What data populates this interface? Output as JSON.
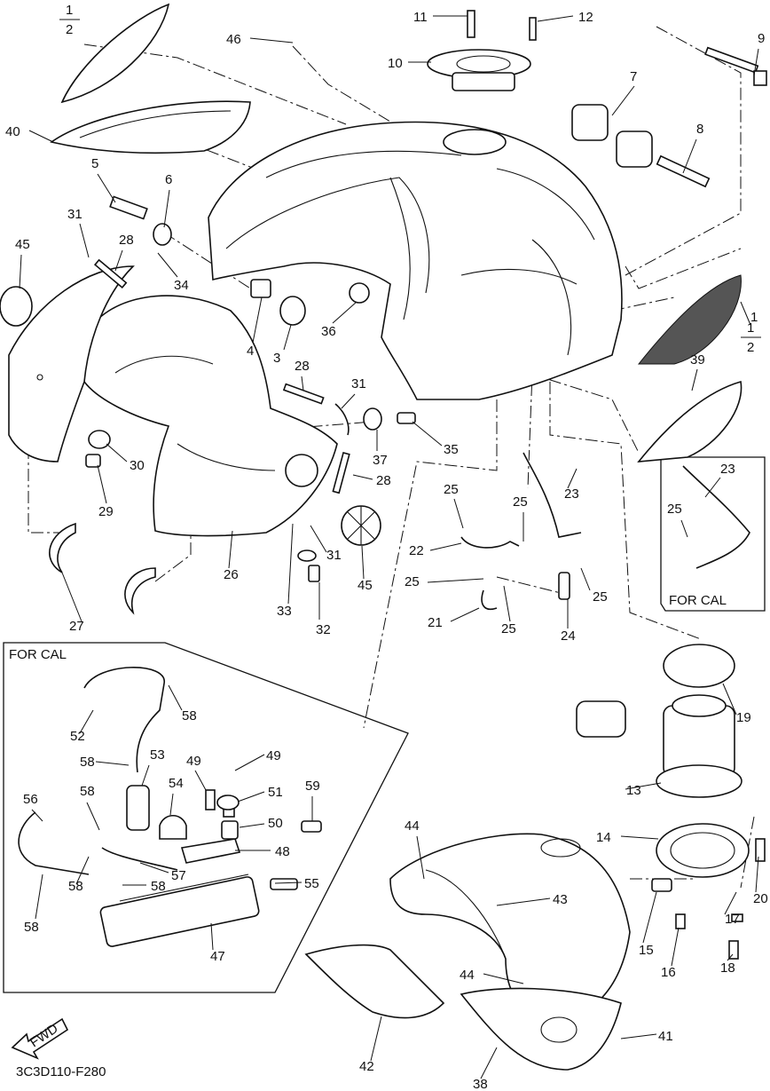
{
  "diagram": {
    "code": "3C3D110-F280",
    "fwd_label": "FWD",
    "for_cal_left": "FOR CAL",
    "for_cal_right": "FOR CAL",
    "fraction_top": {
      "num": "1",
      "den": "2"
    },
    "fraction_right": {
      "num": "1",
      "den": "2"
    }
  },
  "callouts": [
    {
      "n": "11"
    },
    {
      "n": "12"
    },
    {
      "n": "46"
    },
    {
      "n": "10"
    },
    {
      "n": "9"
    },
    {
      "n": "7"
    },
    {
      "n": "8"
    },
    {
      "n": "40"
    },
    {
      "n": "5"
    },
    {
      "n": "6"
    },
    {
      "n": "31"
    },
    {
      "n": "28"
    },
    {
      "n": "45"
    },
    {
      "n": "34"
    },
    {
      "n": "4"
    },
    {
      "n": "3"
    },
    {
      "n": "36"
    },
    {
      "n": "1"
    },
    {
      "n": "39"
    },
    {
      "n": "28"
    },
    {
      "n": "31"
    },
    {
      "n": "35"
    },
    {
      "n": "37"
    },
    {
      "n": "30"
    },
    {
      "n": "29"
    },
    {
      "n": "28"
    },
    {
      "n": "25"
    },
    {
      "n": "23"
    },
    {
      "n": "23"
    },
    {
      "n": "25"
    },
    {
      "n": "25"
    },
    {
      "n": "22"
    },
    {
      "n": "31"
    },
    {
      "n": "26"
    },
    {
      "n": "45"
    },
    {
      "n": "27"
    },
    {
      "n": "33"
    },
    {
      "n": "32"
    },
    {
      "n": "25"
    },
    {
      "n": "25"
    },
    {
      "n": "21"
    },
    {
      "n": "25"
    },
    {
      "n": "24"
    },
    {
      "n": "58"
    },
    {
      "n": "52"
    },
    {
      "n": "58"
    },
    {
      "n": "53"
    },
    {
      "n": "49"
    },
    {
      "n": "49"
    },
    {
      "n": "56"
    },
    {
      "n": "58"
    },
    {
      "n": "54"
    },
    {
      "n": "51"
    },
    {
      "n": "59"
    },
    {
      "n": "50"
    },
    {
      "n": "48"
    },
    {
      "n": "57"
    },
    {
      "n": "58"
    },
    {
      "n": "58"
    },
    {
      "n": "55"
    },
    {
      "n": "58"
    },
    {
      "n": "47"
    },
    {
      "n": "19"
    },
    {
      "n": "13"
    },
    {
      "n": "44"
    },
    {
      "n": "43"
    },
    {
      "n": "14"
    },
    {
      "n": "20"
    },
    {
      "n": "17"
    },
    {
      "n": "15"
    },
    {
      "n": "16"
    },
    {
      "n": "18"
    },
    {
      "n": "44"
    },
    {
      "n": "41"
    },
    {
      "n": "42"
    },
    {
      "n": "38"
    }
  ]
}
